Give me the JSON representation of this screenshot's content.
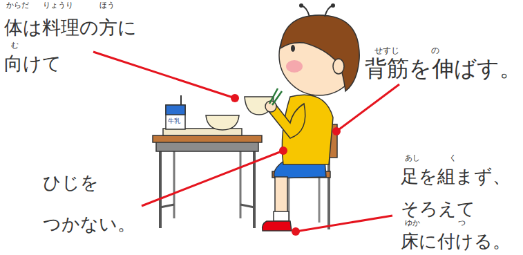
{
  "diagram": {
    "labels": [
      "からだ",
      "りょうり",
      "ほう",
      "む",
      "体は料理の方に 向けて",
      "牛乳",
      "せすじ",
      "の",
      "背筋を伸ばす。",
      "ひじを つかない。",
      "あし",
      "く",
      "ゆか",
      "つ",
      "足を組まず、 そろえて 床に付ける。"
    ]
  }
}
